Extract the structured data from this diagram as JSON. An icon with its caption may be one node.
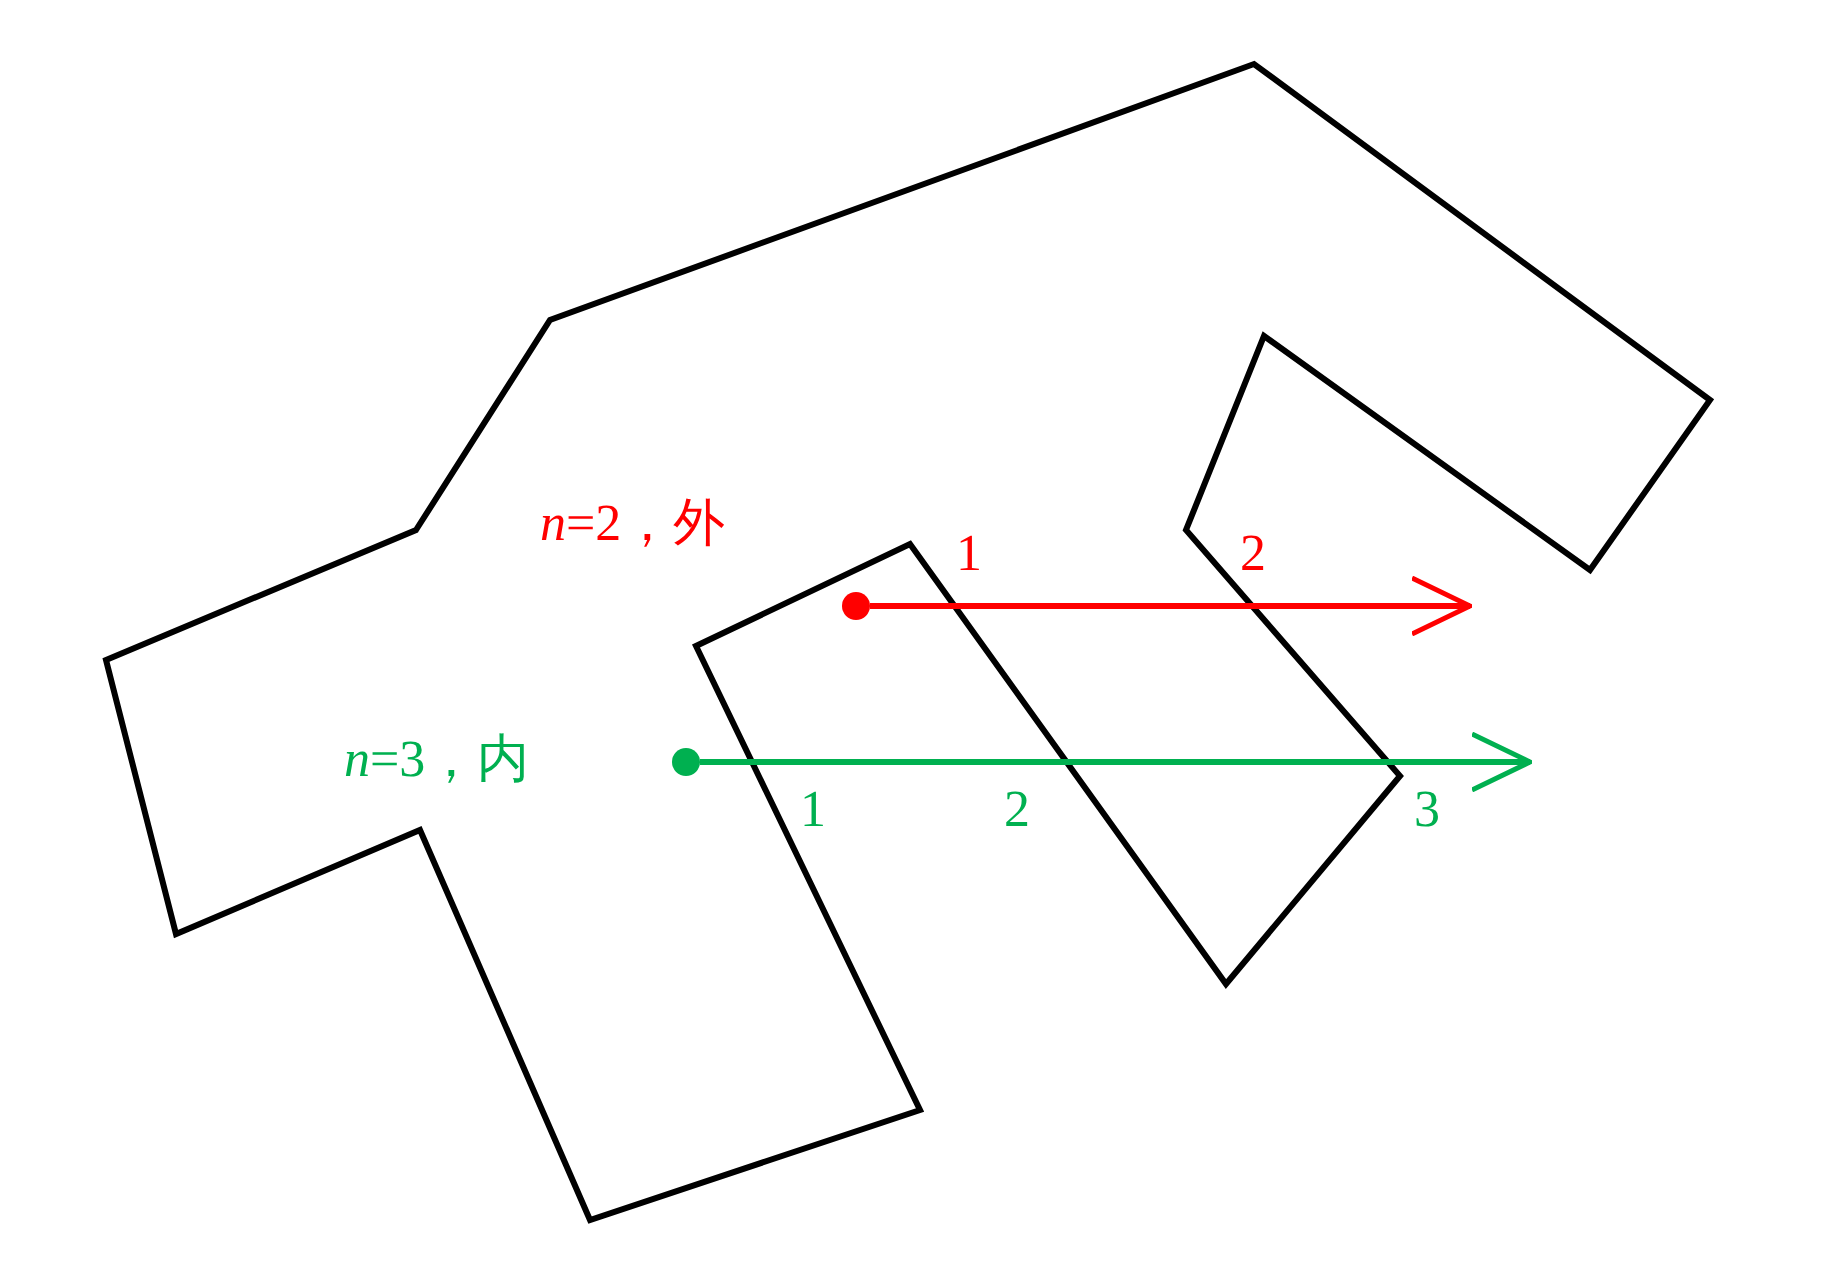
{
  "diagram": {
    "nodes": [
      {
        "text": [],
        "shape": "circle",
        "beside": [
          "*n*=2，外"
        ]
      },
      {
        "text": [],
        "shape": "circle",
        "beside": [
          "*n*=3，内"
        ]
      }
    ],
    "edges": [
      {
        "from": 0,
        "to": null,
        "arrow": "to",
        "color": "#ff0000"
      },
      {
        "from": 1,
        "to": null,
        "arrow": "to",
        "color": "#00b050"
      }
    ],
    "labels": [
      "1",
      "2",
      "1",
      "2",
      "3"
    ]
  }
}
